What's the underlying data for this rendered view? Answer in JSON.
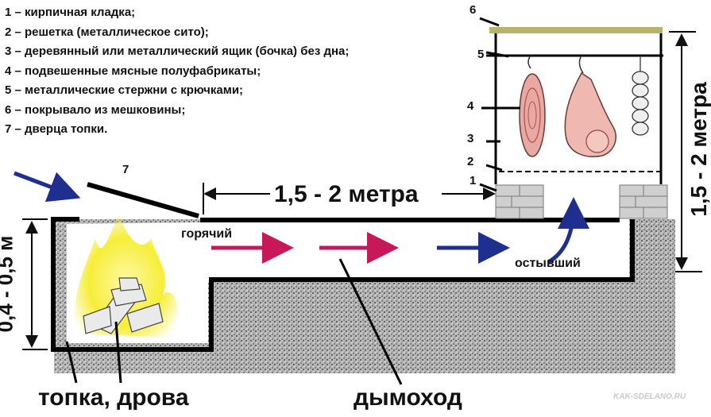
{
  "legend": [
    "1 – кирпичная кладка;",
    "2 – решетка (металлическое сито);",
    "3 – деревянный или металлический ящик (бочка) без дна;",
    "4 – подвешенные мясные полуфабрикаты;",
    "5 – металлические стержни с крючками;",
    "6 – покрывало из мешковины;",
    "7 – дверца топки."
  ],
  "markers": {
    "n1": "1",
    "n2": "2",
    "n3": "3",
    "n4": "4",
    "n5": "5",
    "n6": "6",
    "n7": "7"
  },
  "dimensions": {
    "flue_length": "1,5 - 2 метра",
    "chamber_height": "1,5 - 2 метра",
    "firebox_height": "0,4 - 0,5 м"
  },
  "labels": {
    "hot": "горячий",
    "cooled": "остывший",
    "firebox": "топка, дрова",
    "flue": "дымоход"
  },
  "watermark": "KAK-SDELANO.RU",
  "colors": {
    "hot_arrow": "#c8185a",
    "cool_arrow": "#1f2f8f",
    "flame": "#f5ee2a",
    "burlap": "#b7b36a",
    "ground": "#8a8a8a"
  }
}
